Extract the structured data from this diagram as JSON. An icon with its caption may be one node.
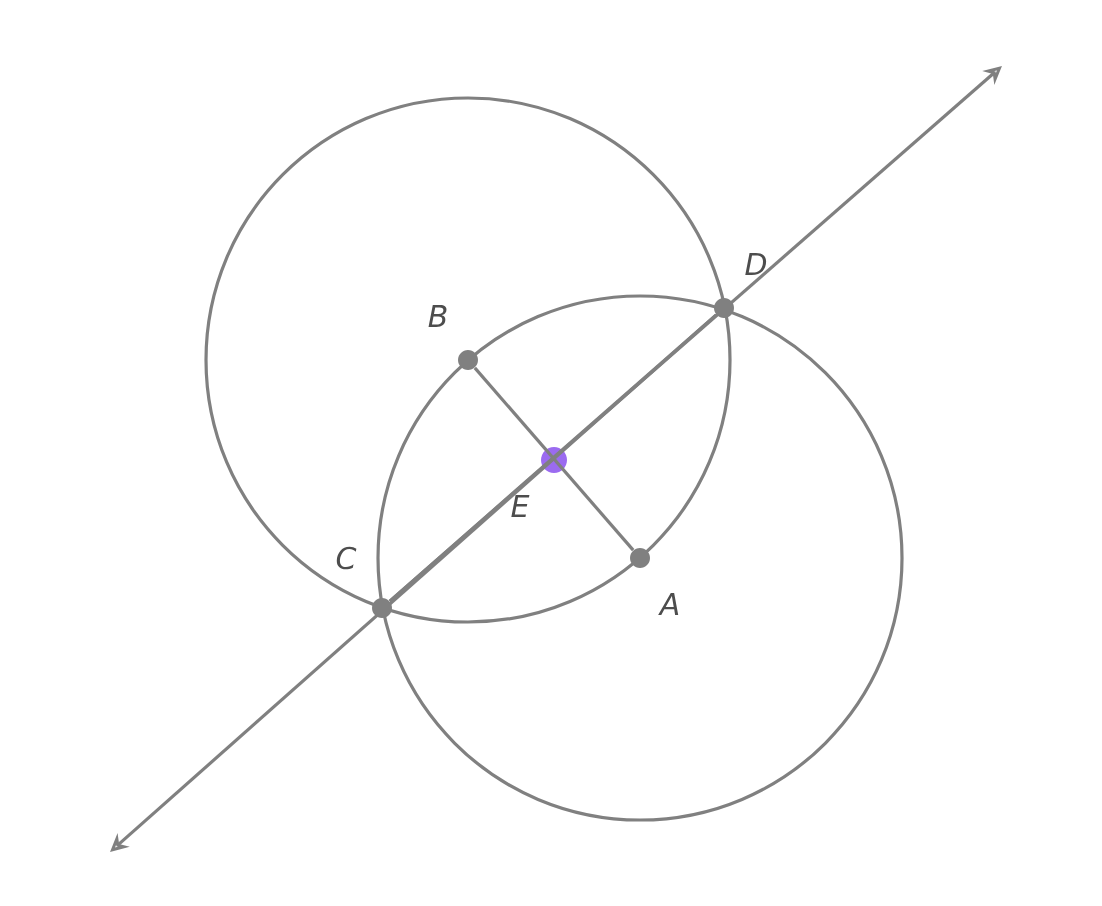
{
  "diagram": {
    "nodes": [
      {
        "text": [],
        "shape": "circle",
        "beside": [
          "A"
        ]
      },
      {
        "text": [],
        "shape": "circle",
        "beside": [
          "B"
        ]
      },
      {
        "text": [],
        "shape": "circle",
        "beside": [
          "C"
        ]
      },
      {
        "text": [],
        "shape": "circle",
        "beside": [
          "D"
        ]
      },
      {
        "text": [],
        "shape": "circle",
        "beside": [
          "E"
        ]
      }
    ],
    "edges": [
      {
        "from": 1,
        "to": 0,
        "arrow": "none"
      },
      {
        "from": 2,
        "to": 3,
        "arrow": "none"
      },
      {
        "from": 3,
        "to": null,
        "arrow": "to"
      },
      {
        "from": 2,
        "to": null,
        "arrow": "to"
      }
    ]
  }
}
